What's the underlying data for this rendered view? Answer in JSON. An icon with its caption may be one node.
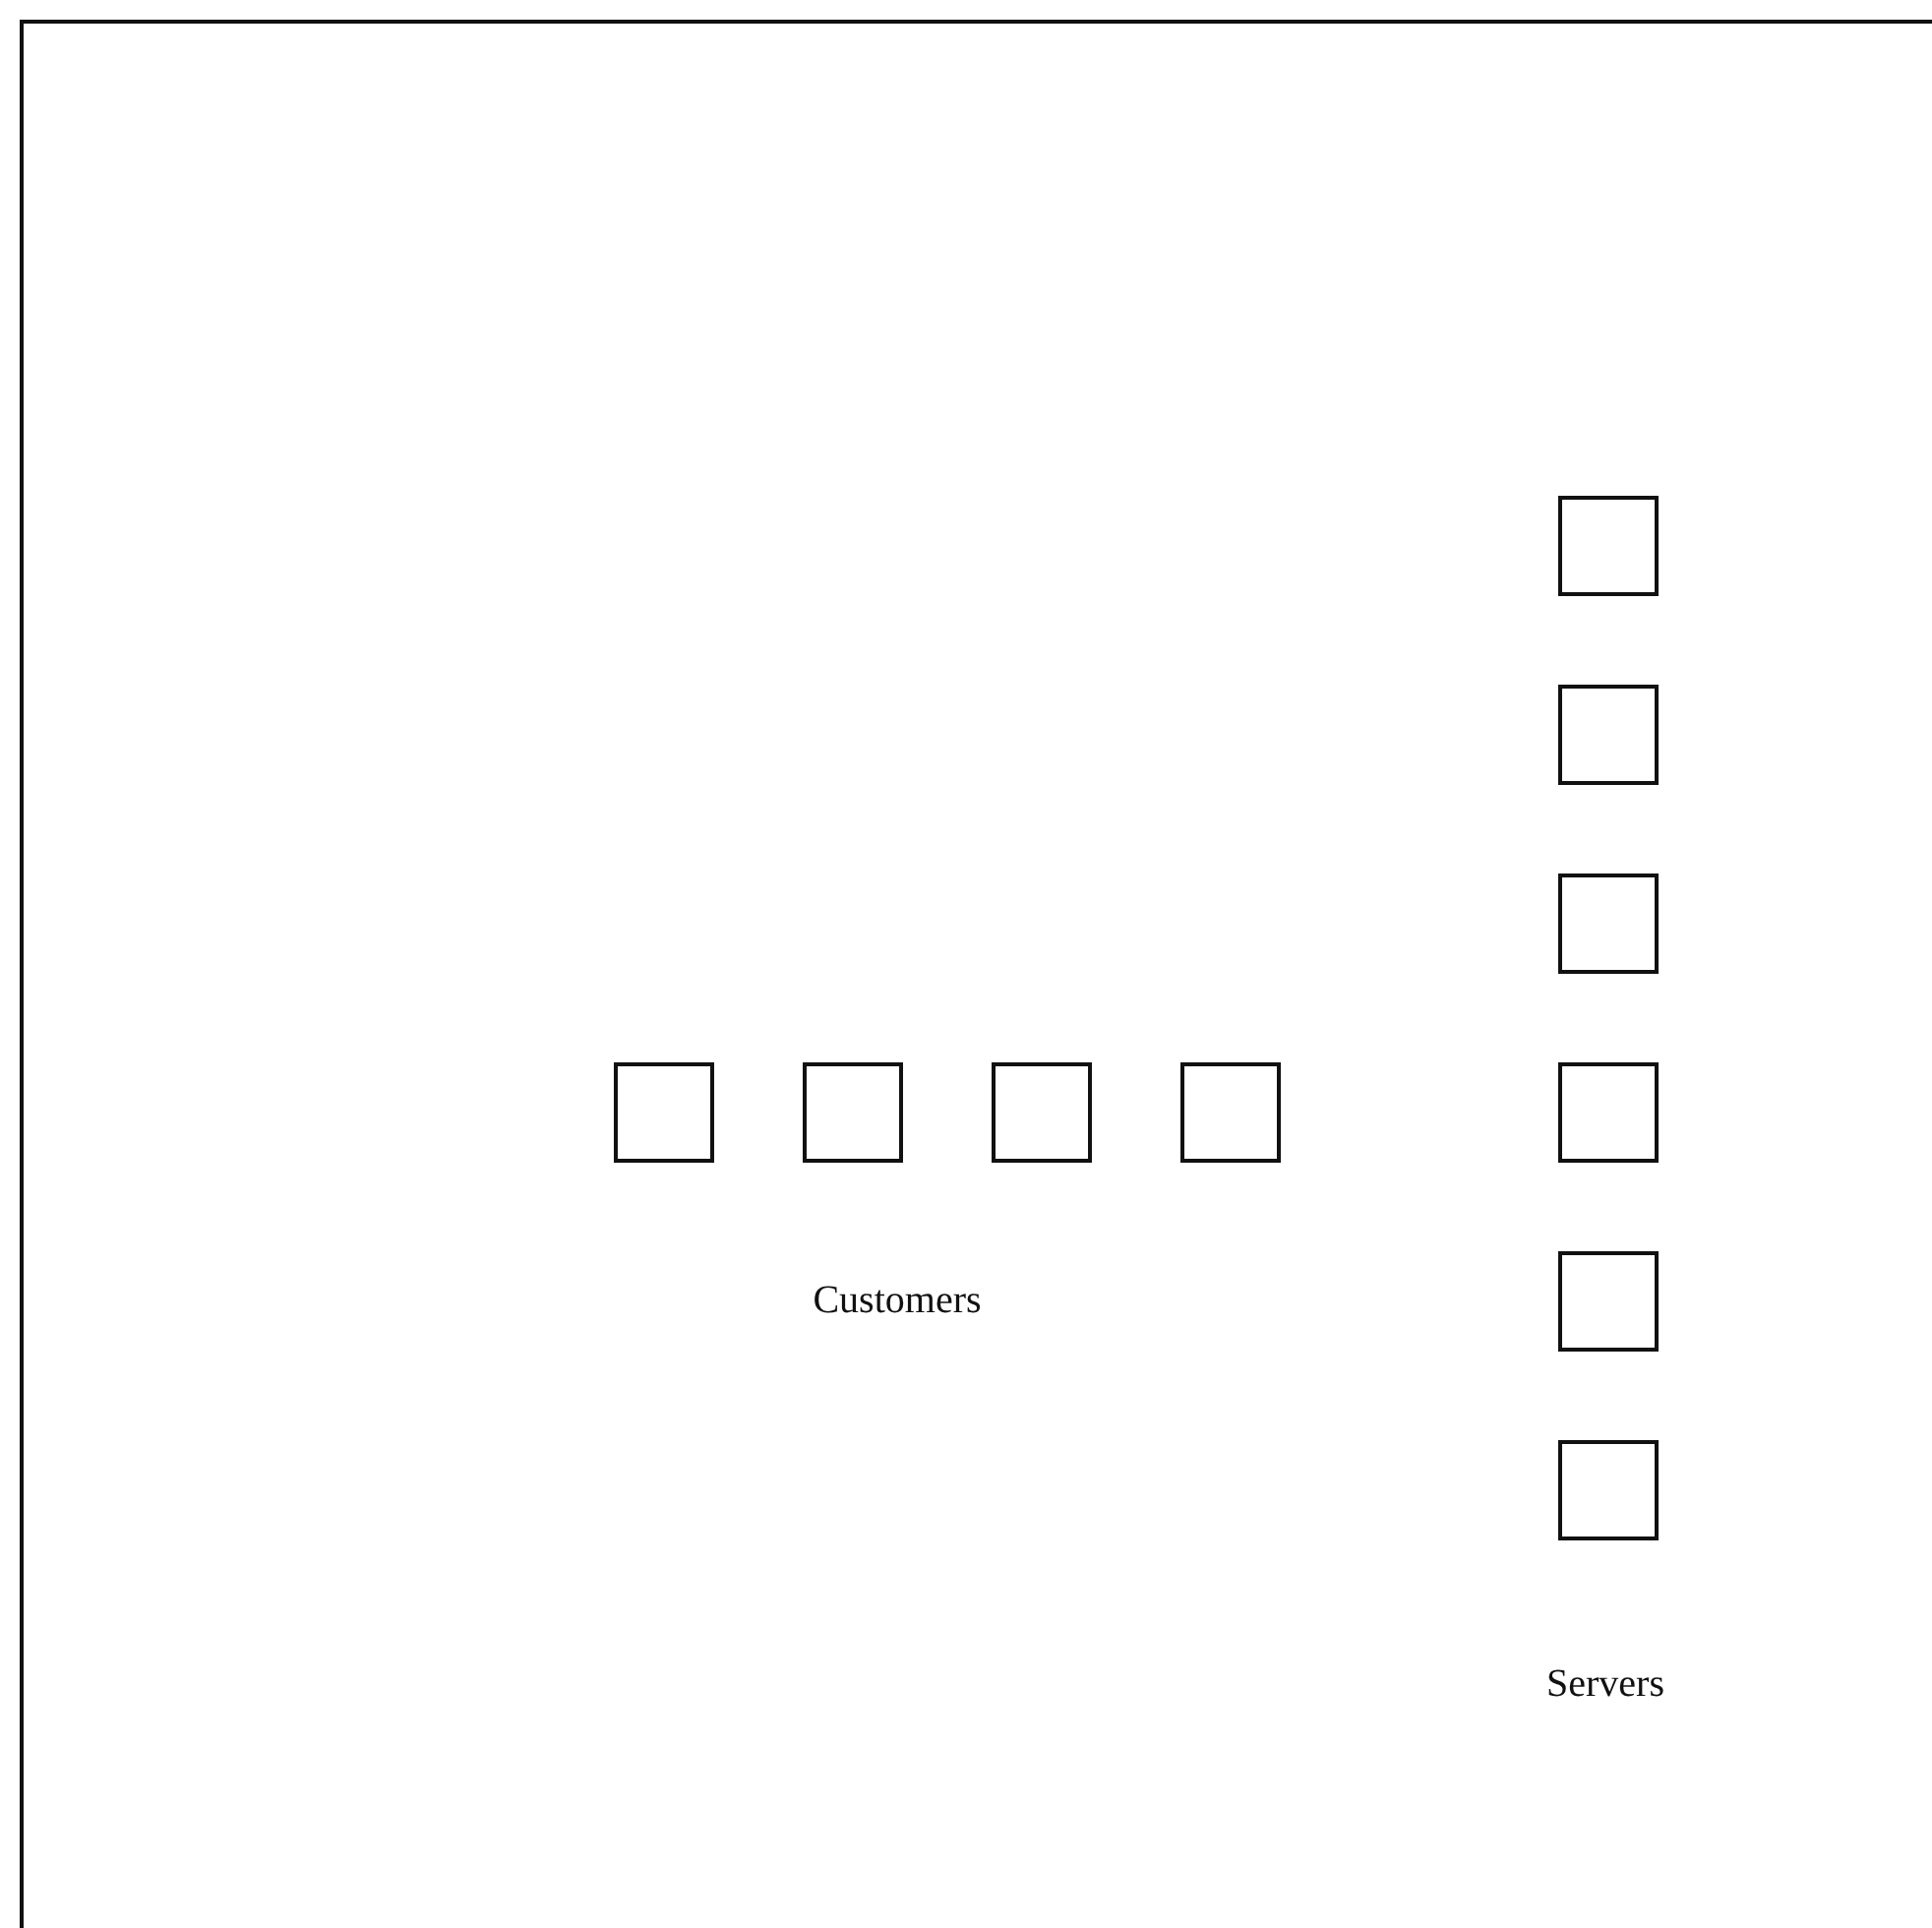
{
  "diagram": {
    "nodes": [
      {
        "text": [],
        "shape": "box"
      },
      {
        "text": [],
        "shape": "box"
      },
      {
        "text": [],
        "shape": "box"
      },
      {
        "text": [],
        "shape": "box"
      },
      {
        "text": [],
        "shape": "box"
      },
      {
        "text": [],
        "shape": "box"
      },
      {
        "text": [],
        "shape": "box"
      },
      {
        "text": [],
        "shape": "box"
      },
      {
        "text": [],
        "shape": "box"
      },
      {
        "text": [],
        "shape": "box"
      }
    ],
    "labels": [
      "Customers",
      "Servers"
    ]
  }
}
